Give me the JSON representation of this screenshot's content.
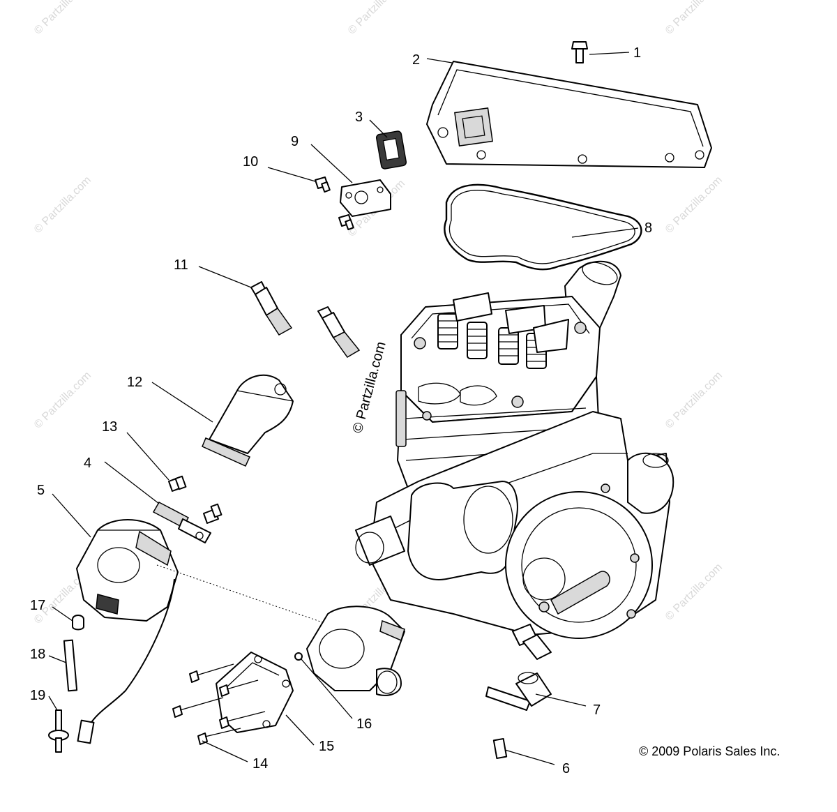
{
  "diagram": {
    "watermark_text": "© Partzilla.com",
    "center_watermark": "© Partzilla.com",
    "copyright": "© 2009 Polaris Sales Inc.",
    "callouts": [
      {
        "id": "1",
        "label": "1"
      },
      {
        "id": "2",
        "label": "2"
      },
      {
        "id": "3",
        "label": "3"
      },
      {
        "id": "4",
        "label": "4"
      },
      {
        "id": "5",
        "label": "5"
      },
      {
        "id": "6",
        "label": "6"
      },
      {
        "id": "7",
        "label": "7"
      },
      {
        "id": "8",
        "label": "8"
      },
      {
        "id": "9",
        "label": "9"
      },
      {
        "id": "10",
        "label": "10"
      },
      {
        "id": "11",
        "label": "11"
      },
      {
        "id": "12",
        "label": "12"
      },
      {
        "id": "13",
        "label": "13"
      },
      {
        "id": "14",
        "label": "14"
      },
      {
        "id": "15",
        "label": "15"
      },
      {
        "id": "16",
        "label": "16"
      },
      {
        "id": "17",
        "label": "17"
      },
      {
        "id": "18",
        "label": "18"
      },
      {
        "id": "19",
        "label": "19"
      }
    ]
  }
}
